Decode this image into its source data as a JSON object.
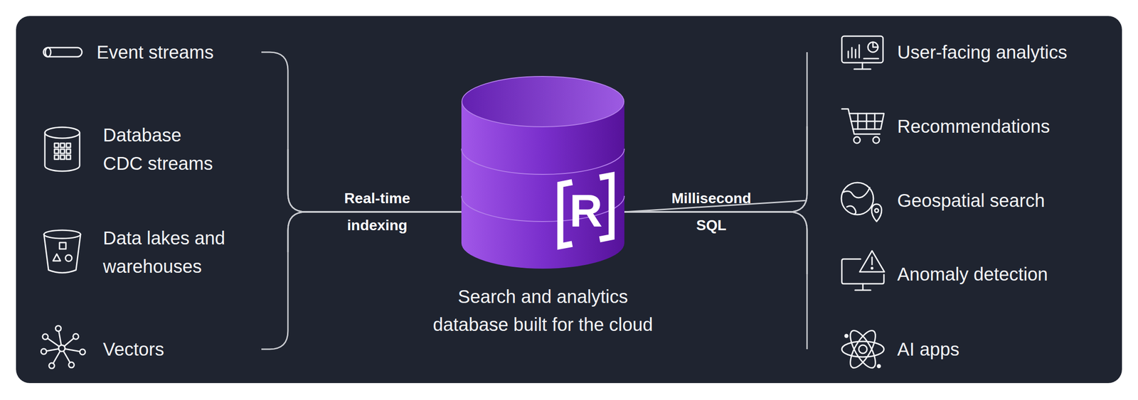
{
  "diagram": {
    "nodes": [
      {
        "text": [
          "Event streams"
        ]
      },
      {
        "text": [
          "Database CDC streams"
        ]
      },
      {
        "text": [
          "Data lakes and warehouses"
        ]
      },
      {
        "text": [
          "Vectors"
        ]
      },
      {
        "text": [
          "Search and analytics database built for the cloud"
        ]
      },
      {
        "text": [
          "User-facing analytics"
        ]
      },
      {
        "text": [
          "Recommendations"
        ]
      },
      {
        "text": [
          "Geospatial search"
        ]
      },
      {
        "text": [
          "Anomaly detection"
        ]
      },
      {
        "text": [
          "AI apps"
        ]
      }
    ],
    "edges": [
      {
        "from": 0,
        "to": 4,
        "arrow": "none"
      },
      {
        "from": 1,
        "to": 4,
        "arrow": "none"
      },
      {
        "from": 2,
        "to": 4,
        "arrow": "none"
      },
      {
        "from": 3,
        "to": 4,
        "arrow": "none"
      },
      {
        "from": 4,
        "to": 5,
        "arrow": "none"
      },
      {
        "from": 4,
        "to": 6,
        "arrow": "none"
      },
      {
        "from": 4,
        "to": 7,
        "arrow": "none"
      },
      {
        "from": 4,
        "to": 8,
        "arrow": "none"
      },
      {
        "from": 4,
        "to": 9,
        "arrow": "none"
      }
    ],
    "labels": [
      "Real-time indexing",
      "Millisecond SQL",
      "R"
    ]
  }
}
